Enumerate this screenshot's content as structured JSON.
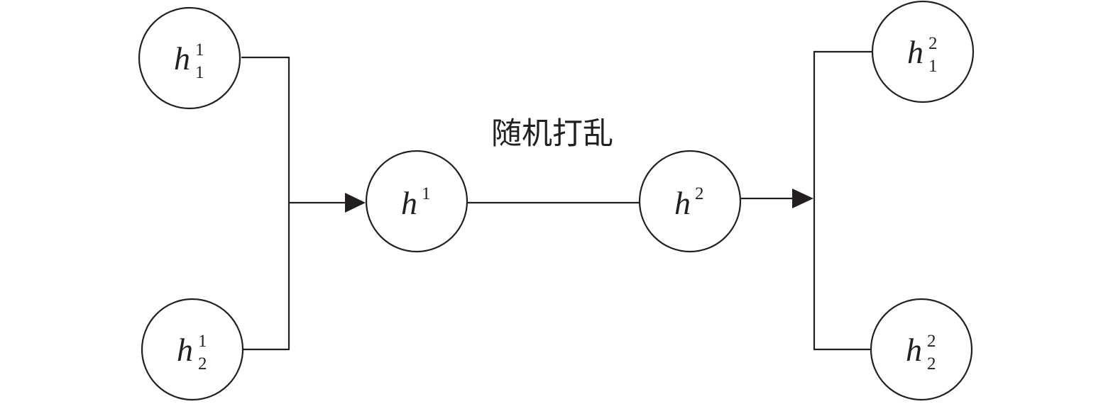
{
  "diagram": {
    "caption": "随机打乱",
    "stroke_color": "#231f20",
    "nodes": {
      "h1_1": {
        "base": "h",
        "sup": "1",
        "sub": "1"
      },
      "h1_2": {
        "base": "h",
        "sup": "1",
        "sub": "2"
      },
      "h1": {
        "base": "h",
        "sup": "1",
        "sub": ""
      },
      "h2": {
        "base": "h",
        "sup": "2",
        "sub": ""
      },
      "h2_1": {
        "base": "h",
        "sup": "2",
        "sub": "1"
      },
      "h2_2": {
        "base": "h",
        "sup": "2",
        "sub": "2"
      }
    }
  }
}
